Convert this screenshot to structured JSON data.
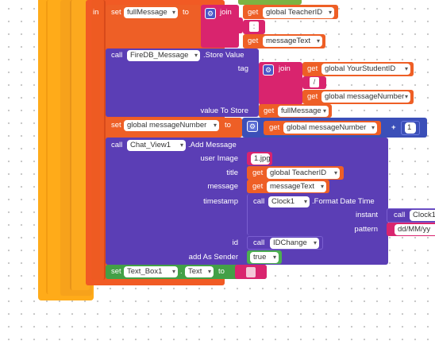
{
  "kw": {
    "in": "in",
    "set": "set",
    "to": "to",
    "join": "join",
    "get": "get",
    "call": "call",
    "store_value": ".Store Value",
    "add_message": ".Add Message",
    "format_date_time": ".Format Date Time",
    "plus": "+",
    "dot": "."
  },
  "blocks": {
    "set_full_message": {
      "var": "fullMessage",
      "get1": "global TeacherID",
      "sep": ":",
      "get2": "messageText"
    },
    "store": {
      "component": "FireDB_Message",
      "tag_label": "tag",
      "tag_get1": "global YourStudentID",
      "tag_sep": "/",
      "tag_get2": "global messageNumber",
      "value_label": "value To Store",
      "value_get": "fullMessage"
    },
    "set_number": {
      "var": "global messageNumber",
      "get": "global messageNumber",
      "add": "1"
    },
    "add_message": {
      "component": "Chat_View1",
      "user_image_label": "user Image",
      "user_image": "1.jpg",
      "title_label": "title",
      "title_get": "global TeacherID",
      "message_label": "message",
      "message_get": "messageText",
      "timestamp_label": "timestamp",
      "clock": "Clock1",
      "instant_label": "instant",
      "instant_call": "Clock1",
      "pattern_label": "pattern",
      "pattern": "dd/MM/yy",
      "id_label": "id",
      "id_call": "IDChange",
      "sender_label": "add As Sender",
      "sender_value": "true"
    },
    "set_textbox": {
      "component": "Text_Box1",
      "prop": "Text",
      "value": ""
    }
  },
  "colors": {
    "control": "#ffab19",
    "procedure": "#f15a24",
    "variable": "#ee5f26",
    "text": "#d9246e",
    "component": "#5b3eb5",
    "math": "#3b4fb8",
    "logic": "#4caf50",
    "setter": "#43a047"
  }
}
